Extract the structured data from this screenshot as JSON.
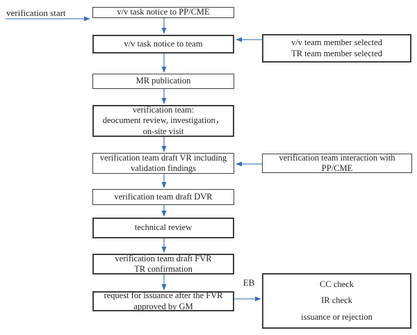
{
  "flow": {
    "start_label": "verification start",
    "eb_label": "EB",
    "main_boxes": [
      {
        "lines": [
          "v/v task notice to PP/CME"
        ]
      },
      {
        "lines": [
          "v/v task notice to team"
        ]
      },
      {
        "lines": [
          "MR publication"
        ]
      },
      {
        "lines": [
          "verification team:",
          "deocument review, investigation，",
          "on-site visit"
        ]
      },
      {
        "lines": [
          "verification team draft VR including",
          "validation findings"
        ]
      },
      {
        "lines": [
          "verification team draft DVR"
        ]
      },
      {
        "lines": [
          "technical review"
        ]
      },
      {
        "lines": [
          "verification team draft FVR",
          "TR confirmation"
        ]
      },
      {
        "lines": [
          "request for issuance after the FVR",
          "approved by GM"
        ]
      }
    ],
    "side_boxes": [
      {
        "lines": [
          "v/v team member selected",
          "TR team member selected"
        ]
      },
      {
        "lines": [
          "verification team interaction with PP/CME"
        ]
      },
      {
        "lines": [
          "CC check",
          "IR check",
          "issuance or rejection"
        ]
      }
    ],
    "colors": {
      "arrow_shaft": "#6d9ad1",
      "arrow_head": "#3a6bb5",
      "box_border": "#3f3f3f",
      "text": "#1f1f1f",
      "background": "#ffffff"
    }
  }
}
